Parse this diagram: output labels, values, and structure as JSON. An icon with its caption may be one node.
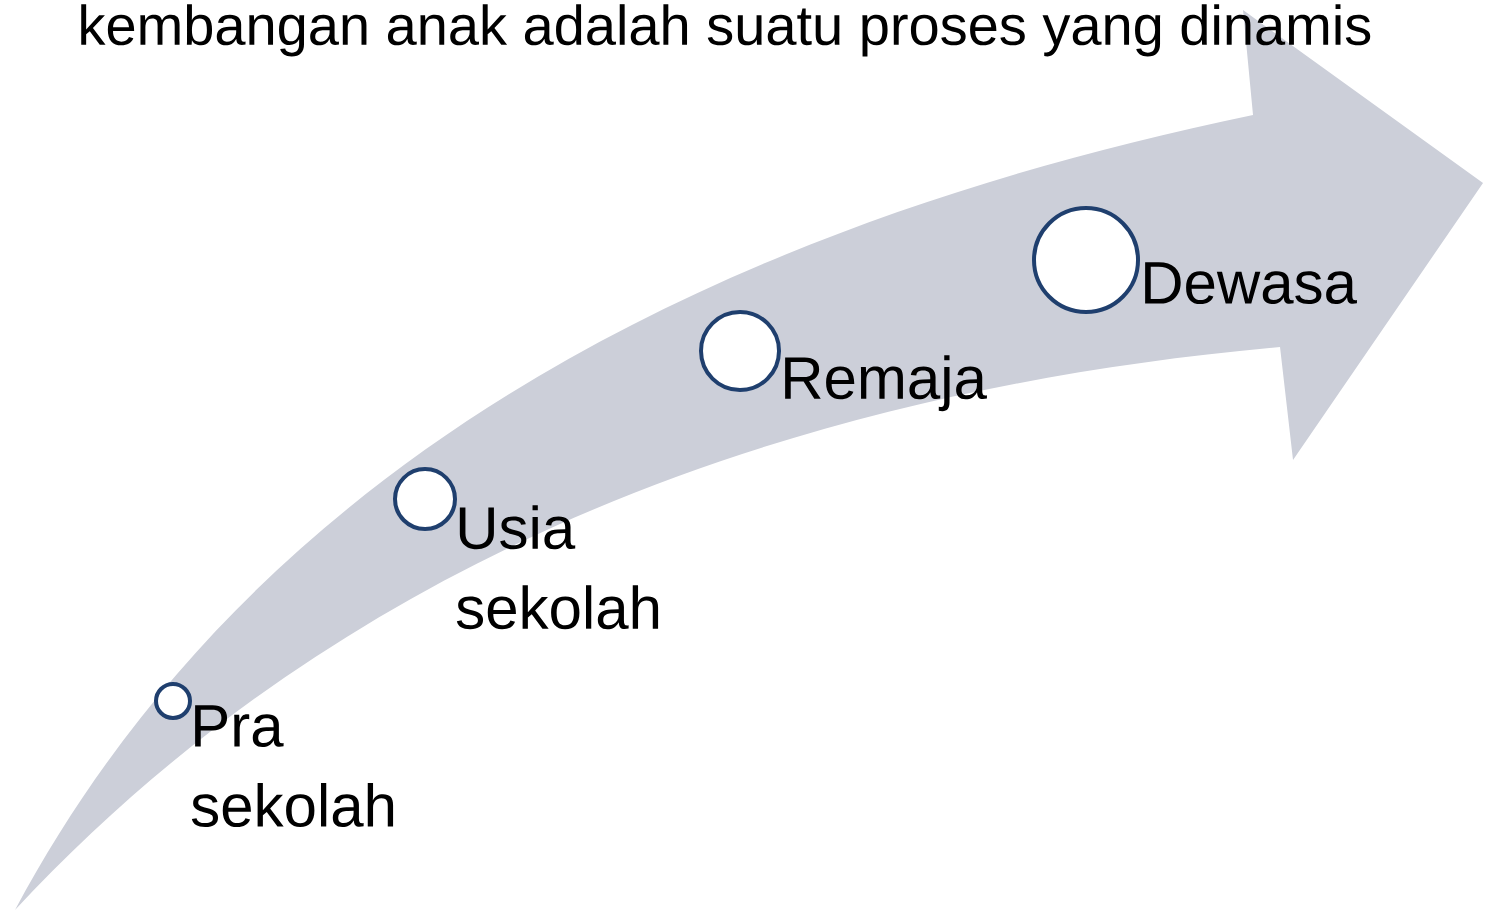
{
  "diagram": {
    "title": "kembangan anak adalah suatu proses yang dinamis",
    "nodes": [
      {
        "text": [],
        "shape": "circle",
        "beside": [
          "Pra sekolah"
        ]
      },
      {
        "text": [],
        "shape": "circle",
        "beside": [
          "Usia sekolah"
        ]
      },
      {
        "text": [],
        "shape": "circle",
        "beside": [
          "Remaja"
        ]
      },
      {
        "text": [],
        "shape": "circle",
        "beside": [
          "Dewasa"
        ]
      }
    ]
  }
}
